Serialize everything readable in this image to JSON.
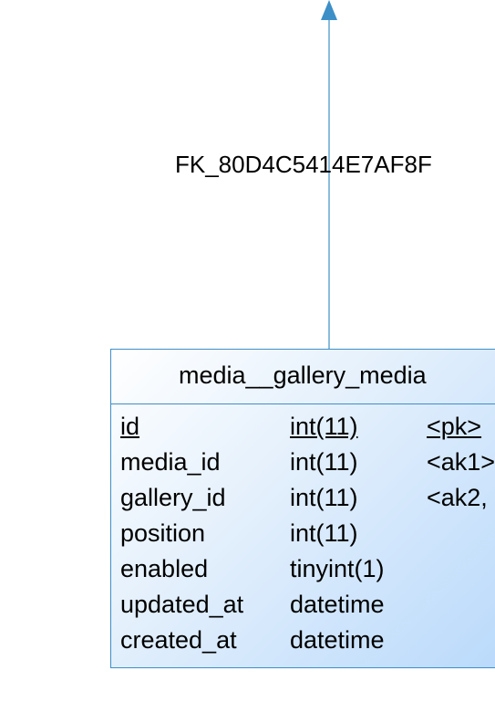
{
  "relationship": {
    "label": "FK_80D4C5414E7AF8F"
  },
  "entity": {
    "title": "media__gallery_media",
    "columns": [
      {
        "name": "id",
        "type": "int(11)",
        "key": "<pk>"
      },
      {
        "name": "media_id",
        "type": "int(11)",
        "key": "<ak1>"
      },
      {
        "name": "gallery_id",
        "type": "int(11)",
        "key": "<ak2,"
      },
      {
        "name": "position",
        "type": "int(11)",
        "key": ""
      },
      {
        "name": "enabled",
        "type": "tinyint(1)",
        "key": ""
      },
      {
        "name": "updated_at",
        "type": "datetime",
        "key": ""
      },
      {
        "name": "created_at",
        "type": "datetime",
        "key": ""
      }
    ]
  },
  "colors": {
    "connector": "#3d8fc7",
    "entity_border": "#3d8fc7"
  }
}
